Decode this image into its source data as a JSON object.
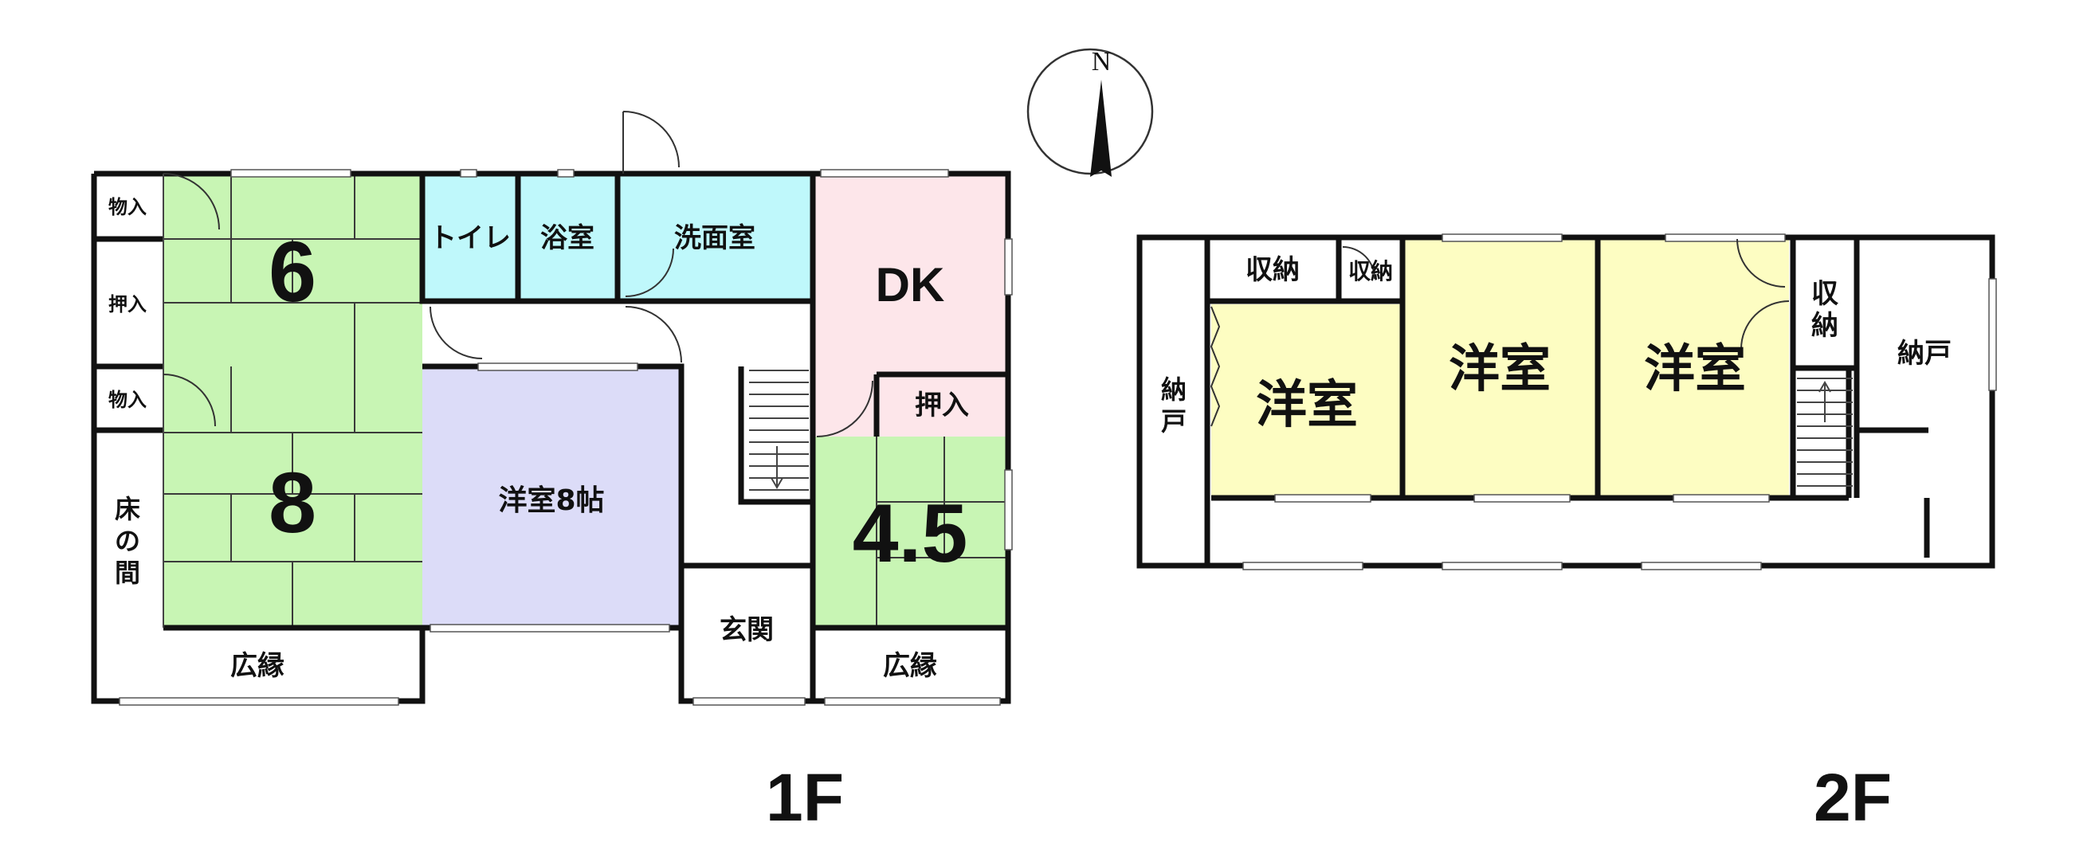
{
  "floor_labels": {
    "first": "1F",
    "second": "2F"
  },
  "compass": {
    "north_label": "N"
  },
  "first_floor": {
    "storage_top": "物入",
    "closet_left": "押入",
    "storage_mid": "物入",
    "tokonoma_1": "床",
    "tokonoma_2": "の",
    "tokonoma_3": "間",
    "room_6": "6",
    "room_8": "8",
    "toilet": "トイレ",
    "bath": "浴室",
    "washroom": "洗面室",
    "dk": "DK",
    "western_8": "洋室8帖",
    "closet_dk": "押入",
    "room_45": "4.5",
    "entrance": "玄関",
    "veranda_left": "広縁",
    "veranda_right": "広縁"
  },
  "second_floor": {
    "storage_1": "収納",
    "storage_2": "収納",
    "storage_3a": "収",
    "storage_3b": "納",
    "nando_left_1": "納",
    "nando_left_2": "戸",
    "nando_right": "納戸",
    "western_1": "洋室",
    "western_2": "洋室",
    "western_3": "洋室"
  },
  "colors": {
    "tatami": "#c8f5b4",
    "wet": "#bff8fb",
    "dk": "#fde6ea",
    "western_8": "#dcdcf8",
    "western_2f": "#fdfdc2"
  }
}
